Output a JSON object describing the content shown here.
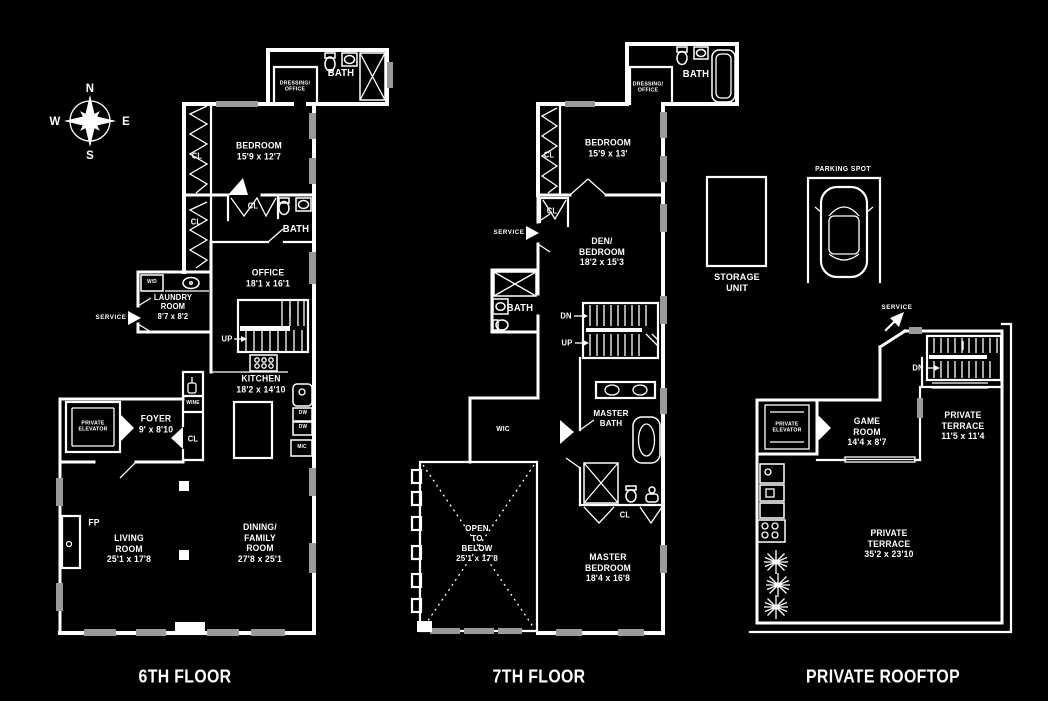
{
  "compass": {
    "n": "N",
    "e": "E",
    "s": "S",
    "w": "W"
  },
  "titles": {
    "floor6": "6TH FLOOR",
    "floor7": "7TH FLOOR",
    "rooftop": "PRIVATE ROOFTOP"
  },
  "floor6": {
    "dressing_office": "DRESSING/\nOFFICE",
    "bath_top": "BATH",
    "bedroom": "BEDROOM\n15'9 x 12'7",
    "cl_1": "CL",
    "cl_2": "CL",
    "cl_3": "CL",
    "bath_mid": "BATH",
    "office": "OFFICE\n18'1 x 16'1",
    "laundry": "LAUNDRY\nROOM\n8'7 x 8'2",
    "service": "SERVICE",
    "up": "UP",
    "kitchen": "KITCHEN\n18'2 x 14'10",
    "wine": "WINE",
    "wd": "W/D",
    "foyer": "FOYER\n9' x 8'10",
    "private_elevator": "PRIVATE\nELEVATOR",
    "cl_foyer": "CL",
    "dw_1": "DW",
    "dw_2": "DW",
    "mic": "MIC",
    "fp": "FP",
    "living": "LIVING\nROOM\n25'1 x 17'8",
    "dining": "DINING/\nFAMILY\nROOM\n27'8 x 25'1"
  },
  "floor7": {
    "dressing_office": "DRESSING/\nOFFICE",
    "bath_top": "BATH",
    "bedroom": "BEDROOM\n15'9 x 13'",
    "cl_1": "CL",
    "cl_2": "CL",
    "service": "SERVICE",
    "den": "DEN/\nBEDROOM\n18'2 x 15'3",
    "bath_mid": "BATH",
    "dn": "DN",
    "up": "UP",
    "wic": "WIC",
    "master_bath": "MASTER\nBATH",
    "cl_3": "CL",
    "open_below": "OPEN\nTO\nBELOW\n25'1 x 17'8",
    "master_bedroom": "MASTER\nBEDROOM\n18'4 x 16'8"
  },
  "rooftop": {
    "storage": "STORAGE\nUNIT",
    "parking": "PARKING SPOT",
    "service": "SERVICE",
    "dn": "DN",
    "private_elevator": "PRIVATE\nELEVATOR",
    "game_room": "GAME\nROOM\n14'4 x 8'7",
    "terrace_small": "PRIVATE\nTERRACE\n11'5 x 11'4",
    "terrace_big": "PRIVATE\nTERRACE\n35'2 x 23'10"
  }
}
